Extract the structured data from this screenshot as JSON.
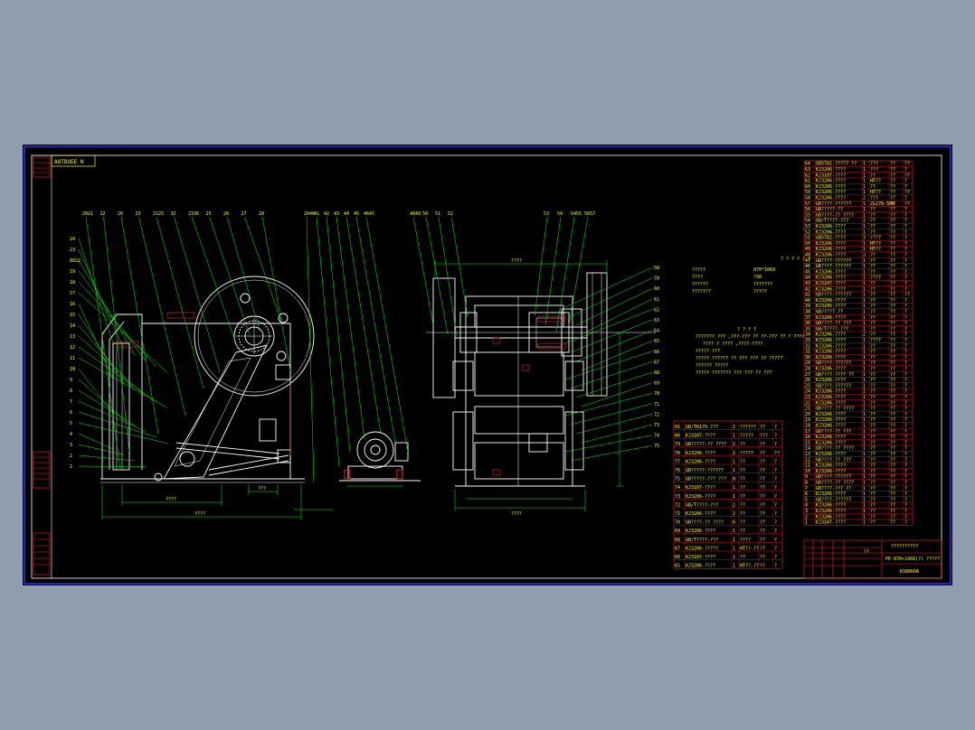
{
  "drawing": {
    "top_left_tag": "AOTBOEE N",
    "title_block": {
      "title": "??",
      "subtitle": "??????????",
      "drawing_no": "PE-870×1060(?) ?????",
      "code": "KSB060A"
    },
    "tech_spec_title": "? ? ? ? ? ?",
    "tech_spec": [
      {
        "label": "?????",
        "value": "870*1060"
      },
      {
        "label": "????",
        "value": "?30"
      },
      {
        "label": "??????",
        "value": "???????"
      },
      {
        "label": "???????",
        "value": "?????"
      }
    ],
    "notes_title": "? ? ? ?",
    "notes": [
      "??????? ??? ,???-??? ?? ??-??? ?? ? ????",
      "???? ? ???? ,????-????",
      "????? ???",
      "????? ?????? ?? ??? ??? ?? ?????",
      "?????? ?????",
      "????? ??????? ??? ??? ?? ???"
    ],
    "left_view_dims": {
      "overall": "????",
      "inner": "????",
      "d1": "???"
    },
    "right_view_dims": {
      "top": "????",
      "bottom": "????"
    },
    "bom_left_rows": [
      [
        "81",
        "GB/T6170-???",
        "2",
        "??????",
        "??",
        "?"
      ],
      [
        "80",
        "KJ3107-????",
        "1",
        "?????",
        "???",
        "?"
      ],
      [
        "79",
        "GB?????-?? ????",
        "2",
        "??",
        "??",
        "?"
      ],
      [
        "78",
        "KJ3206-????",
        "2",
        "?????",
        "??",
        "??"
      ],
      [
        "77",
        "KJ3206-????",
        "1",
        "??",
        "??",
        "?"
      ],
      [
        "76",
        "GB?????-??????",
        "1",
        "??",
        "??",
        "?"
      ],
      [
        "75",
        "GB?????-??? ???",
        "8",
        "??",
        "??",
        "?"
      ],
      [
        "74",
        "KJ3107-????",
        "1",
        "??",
        "??",
        "?"
      ],
      [
        "73",
        "KJ3206-????",
        "1",
        "??",
        "??",
        "?"
      ],
      [
        "72",
        "GB/T????-???",
        "2",
        "??",
        "??",
        "?"
      ],
      [
        "71",
        "KJ3206-????",
        "2",
        "??",
        "??",
        "?"
      ],
      [
        "70",
        "GB????-?? ????",
        "6",
        "??",
        "??",
        "?"
      ],
      [
        "69",
        "KJ3206-????",
        "1",
        "??",
        "??",
        "?"
      ],
      [
        "68",
        "GB/T????-???",
        "1",
        "????",
        "??",
        "?"
      ],
      [
        "67",
        "KJ3206-?????",
        "1",
        "HT??-??",
        "??",
        "?"
      ],
      [
        "66",
        "KJ3107-????",
        "1",
        "??",
        "??",
        "?"
      ],
      [
        "65",
        "KJ3206-????",
        "1",
        "HT??-??",
        "??",
        "?"
      ]
    ],
    "bom_right_rows": [
      [
        "64",
        "GB5781-????? ??",
        "1",
        "???",
        "??",
        "??"
      ],
      [
        "63",
        "KJ3206-????",
        "1",
        "???",
        "??",
        "?"
      ],
      [
        "62",
        "KJ3107-????",
        "1",
        "??",
        "??",
        "??"
      ],
      [
        "61",
        "KJ3206-????",
        "1",
        "HT??",
        "??",
        "?"
      ],
      [
        "60",
        "KJ3206-????",
        "1",
        "??",
        "??",
        "?"
      ],
      [
        "59",
        "KJ3206-????",
        "1",
        "HT??",
        "??",
        "??"
      ],
      [
        "58",
        "KJ3206-????",
        "2",
        "???",
        "??",
        "?"
      ],
      [
        "57",
        "GB????-??????",
        "1",
        "ZG270-500",
        "??",
        "??"
      ],
      [
        "56",
        "GB?????-??",
        "1",
        "??",
        "??",
        "?"
      ],
      [
        "55",
        "GB????-?? ????",
        "1",
        "??",
        "??",
        "?"
      ],
      [
        "54",
        "GB/T????-???",
        "2",
        "??",
        "??",
        "?"
      ],
      [
        "53",
        "KJ3206-????",
        "1",
        "??",
        "??",
        "?"
      ],
      [
        "52",
        "KJ3206-????",
        "1",
        "??",
        "??",
        "?"
      ],
      [
        "51",
        "GB5782-????",
        "3",
        "????",
        "??",
        "?"
      ],
      [
        "50",
        "KJ3206-????",
        "1",
        "HT??",
        "??",
        "?"
      ],
      [
        "49",
        "KJ3206-????",
        "1",
        "HT??",
        "??",
        "?"
      ],
      [
        "48",
        "KJ3206-????",
        "2",
        "??",
        "??",
        "?"
      ],
      [
        "47",
        "GB????-??????",
        "1",
        "??",
        "??",
        "?"
      ],
      [
        "46",
        "GB????-??????",
        "1",
        "??",
        "??",
        "?"
      ],
      [
        "45",
        "KJ3206-????",
        "1",
        "??",
        "??",
        "?"
      ],
      [
        "44",
        "KJ3206-????",
        "1",
        "????",
        "??",
        "?"
      ],
      [
        "43",
        "KJ3107-????",
        "1",
        "??",
        "??",
        "?"
      ],
      [
        "42",
        "KJ3206-????",
        "1",
        "??",
        "??",
        "?"
      ],
      [
        "41",
        "GB????-??????",
        "1",
        "??",
        "??",
        "??"
      ],
      [
        "40",
        "KJ3206-????",
        "1",
        "??",
        "??",
        "?"
      ],
      [
        "39",
        "KJ3206-????",
        "1",
        "??",
        "??",
        "?"
      ],
      [
        "38",
        "GB?????-??",
        "1",
        "??",
        "??",
        "?"
      ],
      [
        "37",
        "KJ3206-????",
        "1",
        "??",
        "??",
        "?"
      ],
      [
        "36",
        "GB????-?? ???",
        "1",
        "??",
        "??",
        "?"
      ],
      [
        "35",
        "GB/T????-???",
        "1",
        "??",
        "??",
        "?"
      ],
      [
        "34",
        "KJ3206-????",
        "2",
        "??",
        "??",
        "?"
      ],
      [
        "33",
        "KJ3206-????",
        "1",
        "????",
        "??",
        "?"
      ],
      [
        "32",
        "KJ3206-????",
        "1",
        "??",
        "??",
        "?"
      ],
      [
        "31",
        "KJ3206-????",
        "1",
        "??",
        "??",
        "?"
      ],
      [
        "30",
        "KJ3206-????",
        "1",
        "??",
        "??",
        "?"
      ],
      [
        "29",
        "GB????-??????",
        "1",
        "??",
        "??",
        "?"
      ],
      [
        "28",
        "KJ3206-????",
        "1",
        "??",
        "??",
        "?"
      ],
      [
        "27",
        "GB????-???? ??",
        "1",
        "??",
        "??",
        "?"
      ],
      [
        "26",
        "KJ3206-????",
        "1",
        "??",
        "??",
        "?"
      ],
      [
        "25",
        "GB????-??????",
        "1",
        "??",
        "??",
        "?"
      ],
      [
        "24",
        "KJ3206-????",
        "2",
        "??",
        "??",
        "?"
      ],
      [
        "23",
        "KJ3206-????",
        "1",
        "??",
        "??",
        "?"
      ],
      [
        "22",
        "KJ3206-????",
        "1",
        "??",
        "??",
        "?"
      ],
      [
        "21",
        "GB????-?? ????",
        "1",
        "??",
        "??",
        "?"
      ],
      [
        "20",
        "KJ3206-????",
        "1",
        "??",
        "??",
        "?"
      ],
      [
        "19",
        "KJ3206-????",
        "1",
        "??",
        "??",
        "?"
      ],
      [
        "18",
        "KJ3206-????",
        "1",
        "??",
        "??",
        "?"
      ],
      [
        "17",
        "GB????-?? ???",
        "1",
        "??",
        "??",
        "?"
      ],
      [
        "16",
        "KJ3206-????",
        "1",
        "??",
        "??",
        "?"
      ],
      [
        "15",
        "KJ3206-????",
        "1",
        "??",
        "??",
        "?"
      ],
      [
        "14",
        "GB????-?? ????",
        "1",
        "??",
        "??",
        "?"
      ],
      [
        "13",
        "KJ3206-????",
        "1",
        "??",
        "??",
        "?"
      ],
      [
        "12",
        "GB????-?? ???",
        "1",
        "??",
        "??",
        "?"
      ],
      [
        "11",
        "KJ3206-????",
        "1",
        "??",
        "??",
        "?"
      ],
      [
        "10",
        "KJ3206-????",
        "1",
        "??",
        "??",
        "?"
      ],
      [
        "9",
        "GB????-??????",
        "1",
        "??",
        "??",
        "?"
      ],
      [
        "8",
        "GB????-?? ????",
        "1",
        "??",
        "??",
        "?"
      ],
      [
        "7",
        "GB????-??? ??",
        "1",
        "??",
        "??",
        "?"
      ],
      [
        "6",
        "KJ3206-????",
        "1",
        "??",
        "??",
        "?"
      ],
      [
        "5",
        "GB????-??????",
        "1",
        "??",
        "??",
        "?"
      ],
      [
        "4",
        "KJ3206-????",
        "1",
        "??",
        "??",
        "?"
      ],
      [
        "3",
        "KJ3206-????",
        "1",
        "??",
        "??",
        "?"
      ],
      [
        "2",
        "KJ3206-????",
        "1",
        "??",
        "??",
        "?"
      ],
      [
        "1",
        "KJ3107-????",
        "1",
        "??",
        "??",
        "?"
      ]
    ],
    "callouts_top_left": [
      "2021",
      "12",
      "28",
      "23",
      "2125",
      "32",
      "2336",
      "25",
      "26",
      "27",
      "28"
    ],
    "callouts_left": [
      "24",
      "23",
      "8022",
      "19",
      "18",
      "17",
      "16",
      "15",
      "14",
      "13",
      "12",
      "11",
      "10",
      "9",
      "8",
      "7",
      "6",
      "5",
      "4",
      "3",
      "2",
      "1"
    ],
    "callouts_mid": [
      "2040",
      "41",
      "42",
      "43",
      "44",
      "45",
      "4647"
    ],
    "callouts_right_top": [
      "4849",
      "50",
      "51",
      "52",
      "53",
      "54",
      "5455",
      "5657"
    ],
    "callouts_right_side": [
      "58",
      "59",
      "60",
      "61",
      "62",
      "63",
      "64",
      "65",
      "66",
      "67",
      "68",
      "69",
      "70",
      "71",
      "72",
      "73",
      "74",
      "75"
    ],
    "colors": {
      "background": "#000000",
      "frame": "#3030ff",
      "green_lines": "#00ff00",
      "white_lines": "#ffffff",
      "yellow_text": "#ffff00",
      "red_table": "#ff2020",
      "page_bg": "#8e9eae"
    }
  }
}
